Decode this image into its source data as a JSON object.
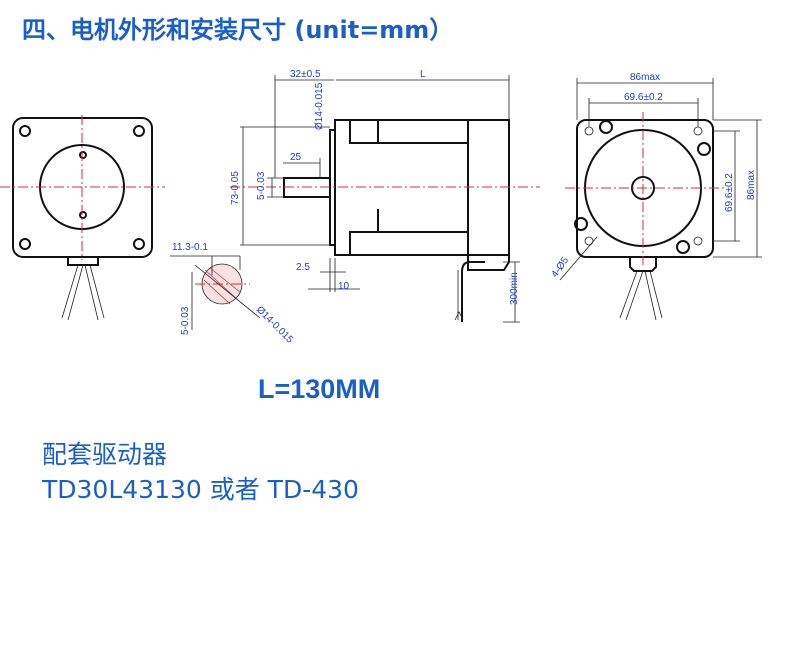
{
  "title": "四、电机外形和安装尺寸 (unit=mm）",
  "length_value": "L=130MM",
  "driver": {
    "heading": "配套驱动器",
    "models": "TD30L43130 或者 TD-430"
  },
  "dimensions": {
    "shaft_ext": "32±0.5",
    "length": "L",
    "shaft_dia": "Ø14-0.015",
    "pilot": "73-0.05",
    "key_len": "25",
    "key_w": "5-0.03",
    "flat": "11.3-0.1",
    "boss": "2.5",
    "flange": "10",
    "cable": "300min",
    "sec_key": "5-0.03",
    "sec_dia": "Ø14-0.015",
    "body_w": "86max",
    "hole_pitch_h": "69.6±0.2",
    "hole_pitch_v": "69.6±0.2",
    "body_h": "86max",
    "holes": "4-Ø5"
  },
  "colors": {
    "text": "#1a5fc8",
    "dimension": "#1a3fd0",
    "centerline": "#d03030"
  }
}
